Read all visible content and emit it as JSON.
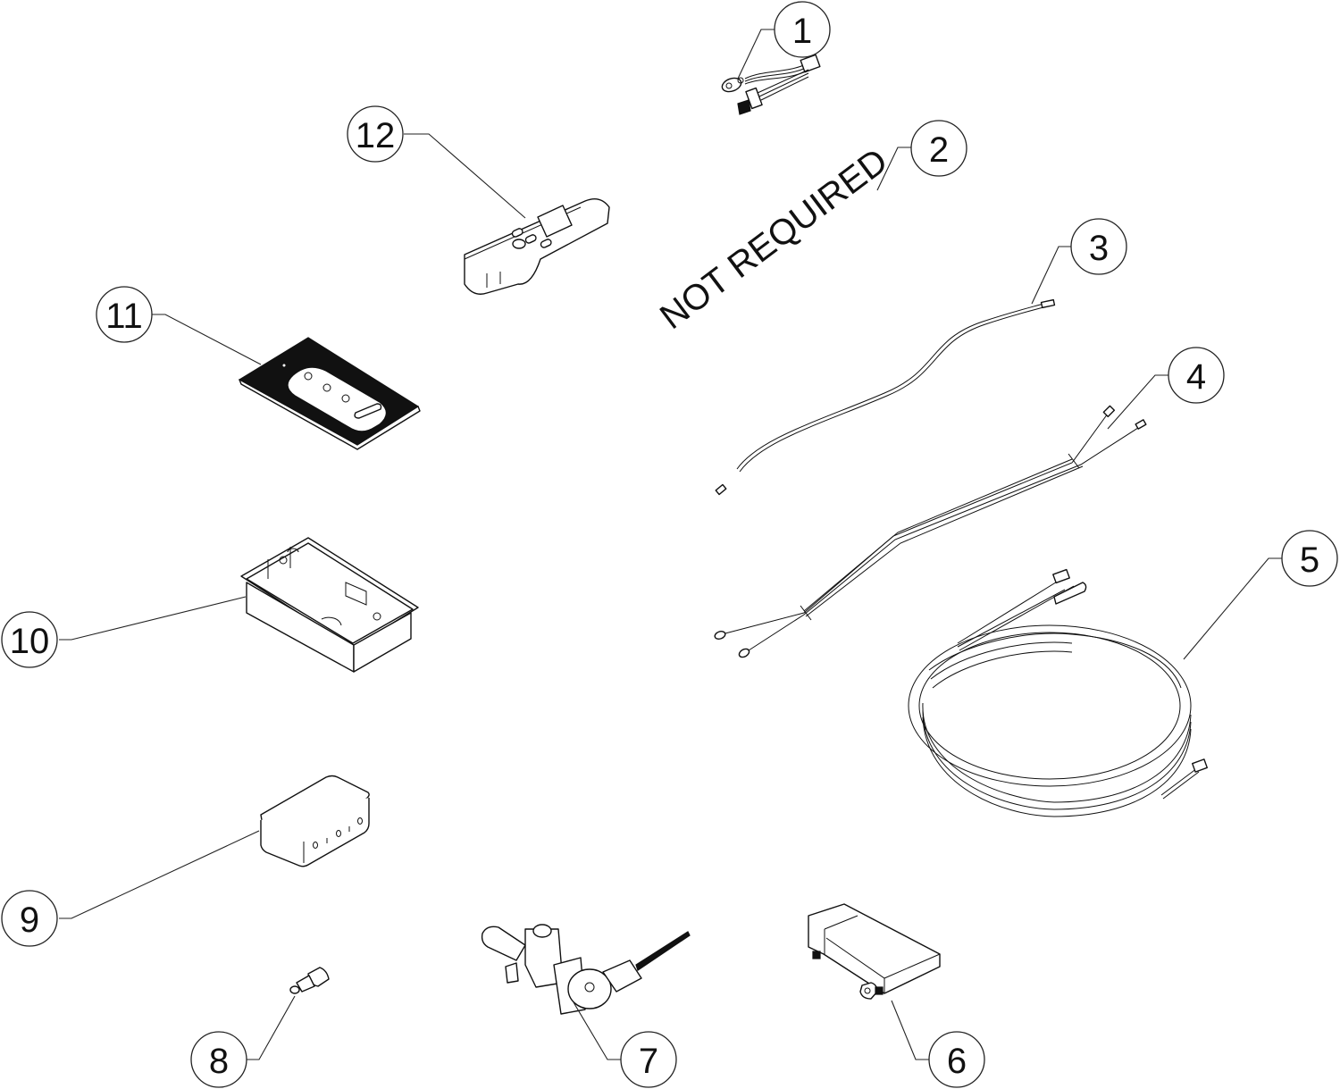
{
  "diagram": {
    "type": "exploded-parts-diagram",
    "callouts": [
      {
        "number": "1",
        "part": "battery-harness"
      },
      {
        "number": "2",
        "part": "not-required",
        "note": "NOT REQUIRED"
      },
      {
        "number": "3",
        "part": "single-wire-lead"
      },
      {
        "number": "4",
        "part": "wire-harness"
      },
      {
        "number": "5",
        "part": "coiled-cable"
      },
      {
        "number": "6",
        "part": "control-module"
      },
      {
        "number": "7",
        "part": "gas-valve"
      },
      {
        "number": "8",
        "part": "fitting"
      },
      {
        "number": "9",
        "part": "receiver-box"
      },
      {
        "number": "10",
        "part": "wall-box"
      },
      {
        "number": "11",
        "part": "wall-plate"
      },
      {
        "number": "12",
        "part": "remote-control"
      }
    ]
  }
}
